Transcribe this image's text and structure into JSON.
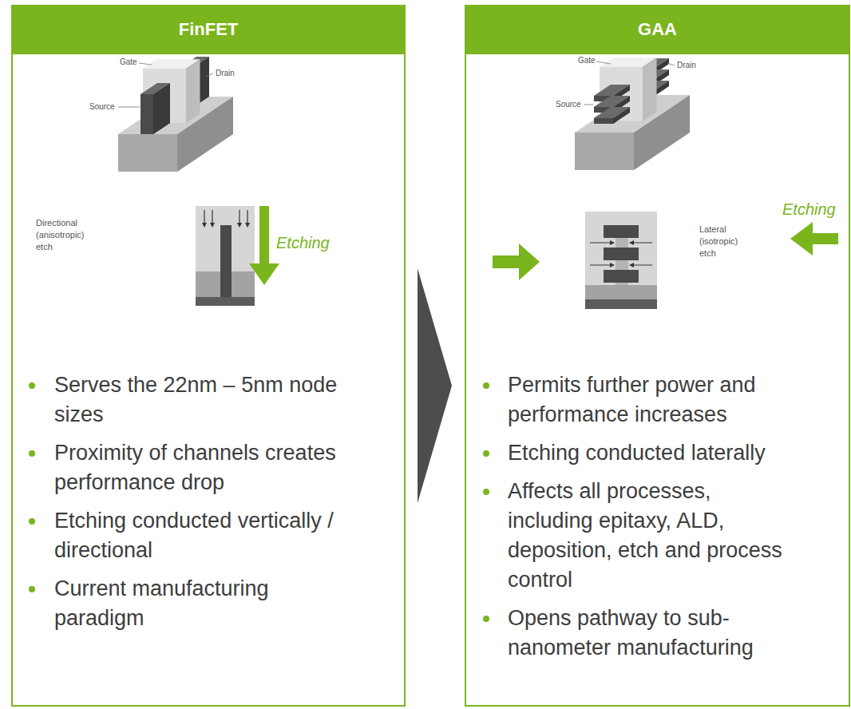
{
  "diagram": {
    "nodes": [
      {
        "text": [
          "FinFET",
          "Serves the 22nm – 5nm node sizes",
          "Proximity of channels creates performance drop",
          "Etching conducted vertically / directional",
          "Current manufacturing paradigm"
        ]
      },
      {
        "text": [
          "GAA",
          "Permits further power and performance increases",
          "Etching conducted laterally",
          "Affects all processes, including epitaxy, ALD, deposition, etch and process control",
          "Opens pathway to sub-nanometer manufacturing"
        ]
      }
    ],
    "edges": [
      {
        "from": 0,
        "to": 1,
        "arrow": "to"
      }
    ],
    "labels": [
      "Gate",
      "Source",
      "Drain",
      "Directional (anisotropic) etch",
      "Etching",
      "Gate",
      "Source",
      "Drain",
      "Etching",
      "Lateral (isotropic) etch"
    ]
  }
}
